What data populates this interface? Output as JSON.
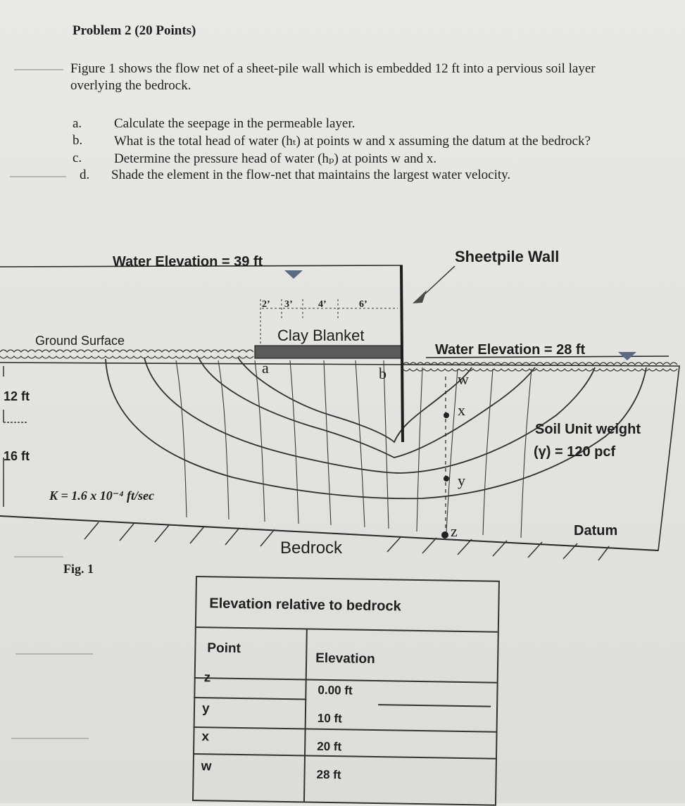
{
  "problem": {
    "title": "Problem 2  (20 Points)",
    "intro": "Figure 1 shows the flow net of a sheet-pile wall which is embedded 12 ft into a pervious soil layer overlying the bedrock.",
    "questions": [
      {
        "letter": "a.",
        "text": "Calculate the seepage in the permeable layer."
      },
      {
        "letter": "b.",
        "text": "What is the total head of water (hₜ) at points w and x assuming the datum at the bedrock?"
      },
      {
        "letter": "c.",
        "text": "Determine the pressure head of water (hₚ) at points w and x."
      },
      {
        "letter": "d.",
        "text": "Shade the element in the flow-net that maintains the largest water velocity."
      }
    ]
  },
  "figure": {
    "water_elev_up": "Water Elevation = 39 ft",
    "sheetpile": "Sheetpile Wall",
    "dims": [
      "2’",
      "3’",
      "4’",
      "6’"
    ],
    "clay_blanket": "Clay Blanket",
    "ground_surface": "Ground Surface",
    "water_elev_down": "Water Elevation = 28 ft",
    "point_a": "a",
    "point_b": "b",
    "point_w": "w",
    "point_x": "x",
    "point_y": "y",
    "point_z": "z",
    "depth_12": "12 ft",
    "depth_16": "16 ft",
    "soil_unit_weight_1": "Soil Unit weight",
    "soil_unit_weight_2": "(γ) = 120 pcf",
    "permeability": "K = 1.6 x 10⁻⁴ ft/sec",
    "datum": "Datum",
    "bedrock": "Bedrock",
    "caption": "Fig. 1"
  },
  "elevation_table": {
    "title": "Elevation relative to bedrock",
    "headers": [
      "Point",
      "Elevation"
    ],
    "rows": [
      {
        "point": "z",
        "elevation": "0.00 ft"
      },
      {
        "point": "y",
        "elevation": "10 ft"
      },
      {
        "point": "x",
        "elevation": "20 ft"
      },
      {
        "point": "w",
        "elevation": "28 ft"
      }
    ]
  },
  "colors": {
    "ink": "#202020",
    "clay_blanket": "#5a5a5a",
    "frame": "#333333"
  }
}
